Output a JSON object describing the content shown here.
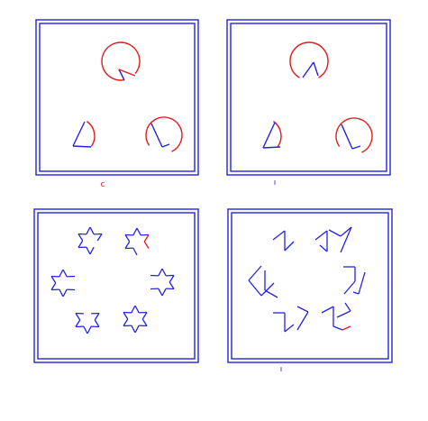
{
  "colors": {
    "frame": "#2323e0",
    "red": "#e01a1a",
    "blue": "#2323e0"
  },
  "panels": [
    {
      "id": "top-left",
      "caption": "c",
      "caption_color": "#e01a1a"
    },
    {
      "id": "top-right",
      "caption": "ı",
      "caption_color": "#2323e0"
    },
    {
      "id": "bottom-left",
      "caption": "",
      "caption_color": "#2323e0"
    },
    {
      "id": "bottom-right",
      "caption": "ı",
      "caption_color": "#2323e0"
    }
  ]
}
